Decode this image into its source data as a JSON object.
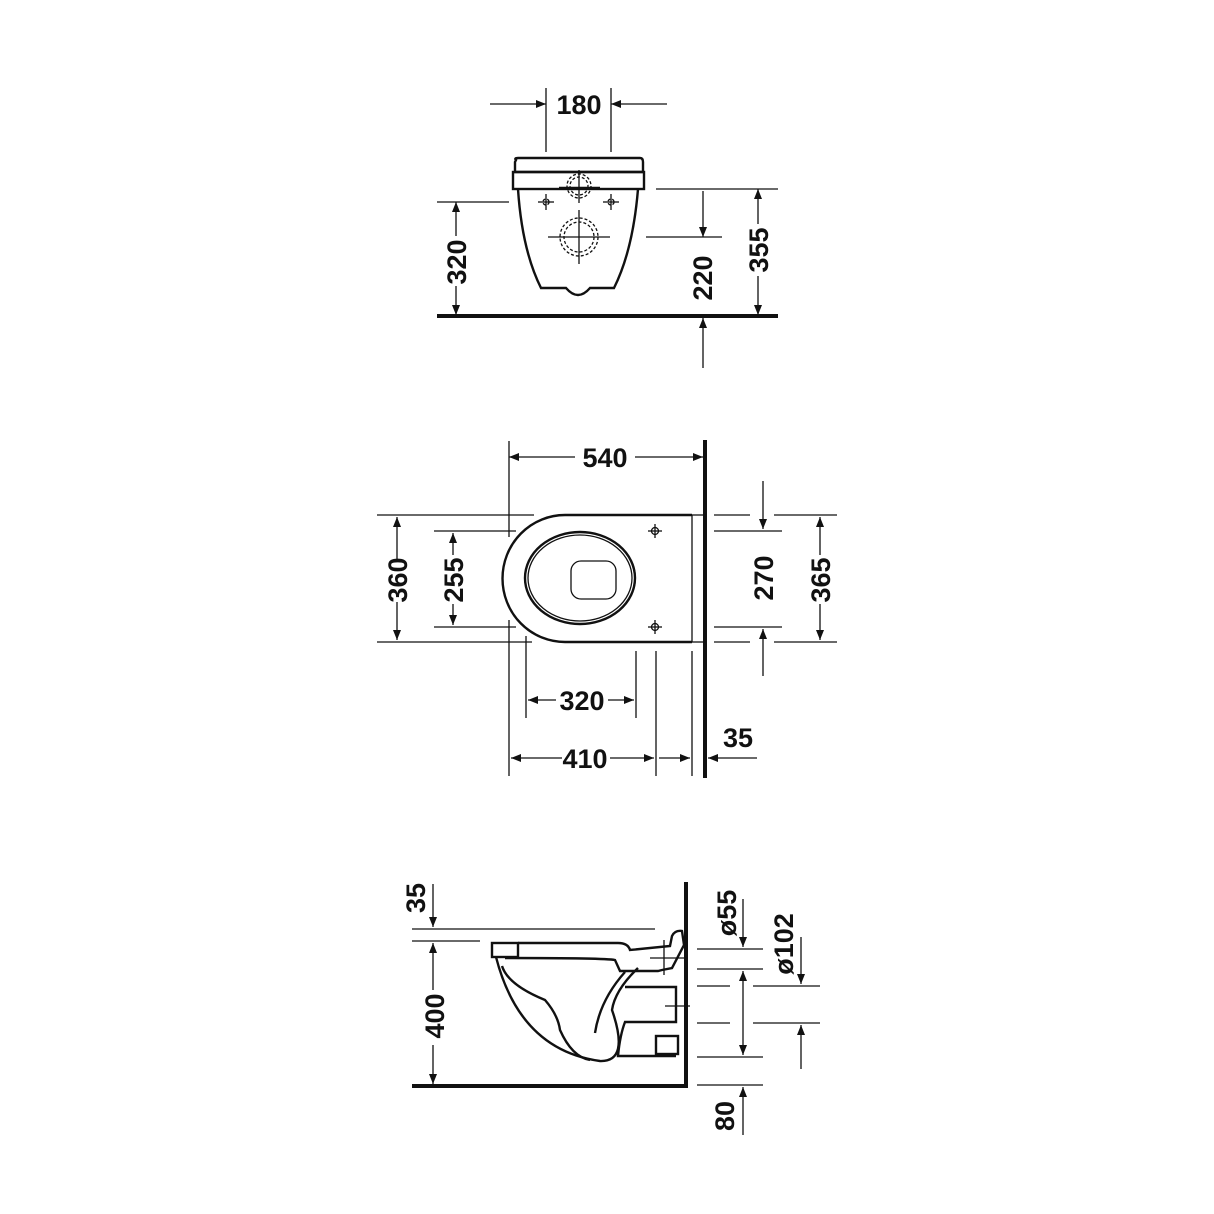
{
  "drawing": {
    "front_view": {
      "dims": {
        "width_180": "180",
        "height_320": "320",
        "height_220": "220",
        "height_355": "355"
      }
    },
    "top_view": {
      "dims": {
        "length_540": "540",
        "width_360": "360",
        "width_255": "255",
        "width_270": "270",
        "width_365": "365",
        "length_320": "320",
        "length_410": "410",
        "offset_35": "35"
      }
    },
    "side_view": {
      "dims": {
        "offset_35": "35",
        "height_400": "400",
        "dia_55": "ø55",
        "dia_102": "ø102",
        "offset_80": "80"
      }
    }
  }
}
